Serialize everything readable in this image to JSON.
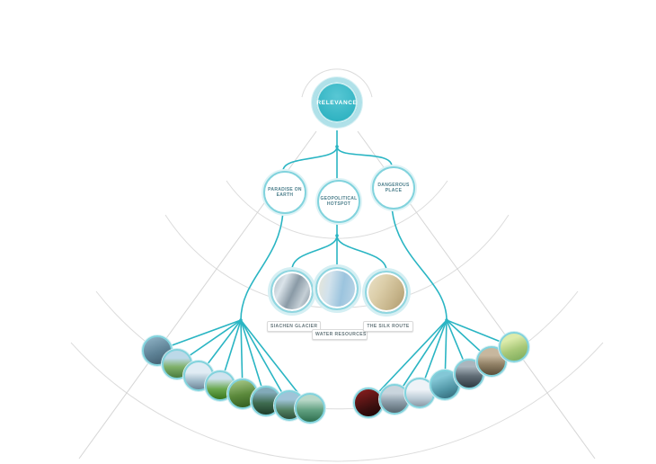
{
  "colors": {
    "accent": "#2ab5c3",
    "guide": "#dcdcdc",
    "node_ring": "#82d3dd"
  },
  "root": {
    "label": "RELEVANCE"
  },
  "branches": [
    {
      "line1": "PARADISE ON",
      "line2": "EARTH"
    },
    {
      "line1": "GEOPOLITICAL",
      "line2": "HOTSPOT"
    },
    {
      "line1": "DANGEROUS",
      "line2": "PLACE"
    }
  ],
  "topics": [
    {
      "label": "SIACHEN GLACIER",
      "image": "glacier-aerial-photo"
    },
    {
      "label": "WATER RESOURCES",
      "image": "river-system-map"
    },
    {
      "label": "THE SILK ROUTE",
      "image": "historic-route-map"
    }
  ],
  "leaves": {
    "left": [
      "mountain-photo",
      "alpine-valley-photo",
      "snow-peaks-photo",
      "green-hills-photo",
      "terraced-fields-photo",
      "forest-valley-photo",
      "river-gorge-photo",
      "green-lake-photo"
    ],
    "right": [
      "red-poster-photo",
      "soldiers-photo",
      "skiers-photo",
      "portrait-photo",
      "group-photo",
      "crowd-photo",
      "route-map-photo"
    ]
  }
}
